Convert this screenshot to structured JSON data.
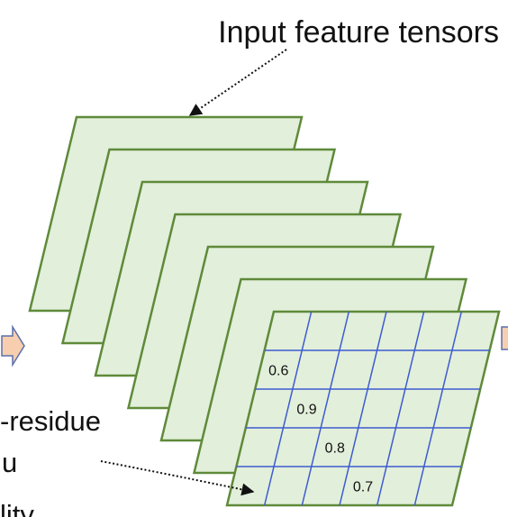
{
  "diagram": {
    "title": "Input feature tensors",
    "left_label_line1": "-residue",
    "left_label_line2": "u",
    "left_label_line3": "lity",
    "tensor_layers": 7,
    "grid": {
      "rows": 5,
      "cols": 6
    },
    "cell_values": [
      {
        "row": 1,
        "col": 0,
        "value": "0.6"
      },
      {
        "row": 2,
        "col": 1,
        "value": "0.9"
      },
      {
        "row": 3,
        "col": 2,
        "value": "0.8"
      },
      {
        "row": 4,
        "col": 3,
        "value": "0.7"
      }
    ],
    "colors": {
      "layer_fill": "#e2efda",
      "layer_stroke": "#5f8a3a",
      "grid_line": "#3d5bd1",
      "arrow_fill": "#f7cfae",
      "arrow_stroke": "#5b6fae",
      "text": "#111111"
    }
  }
}
